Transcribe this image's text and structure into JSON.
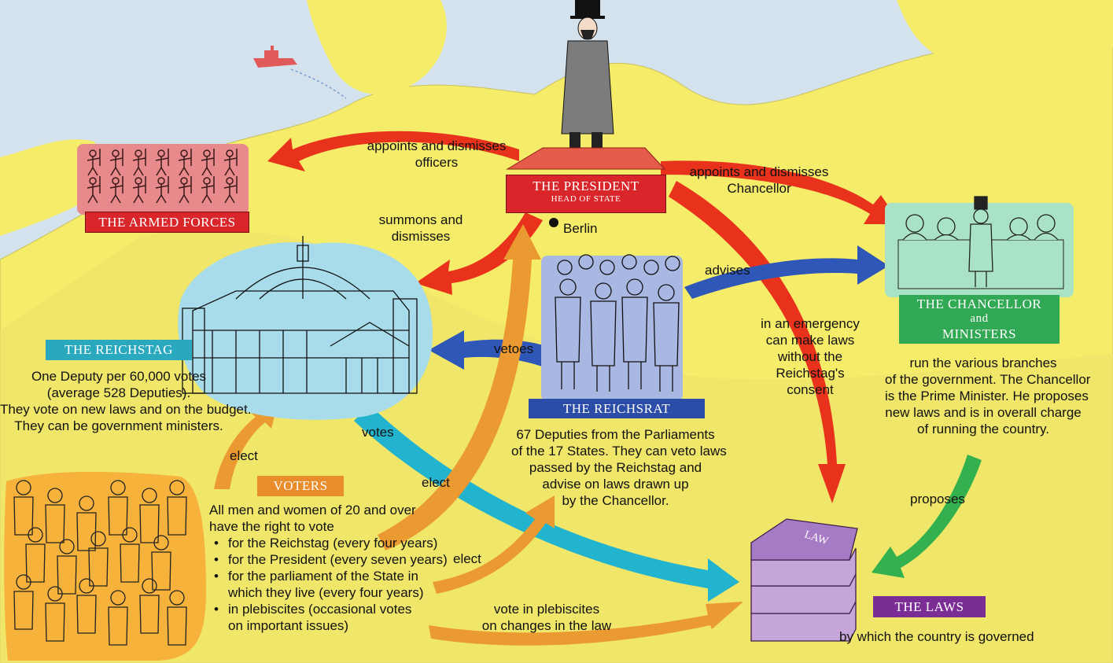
{
  "president": {
    "title": "THE PRESIDENT",
    "subtitle": "HEAD OF STATE",
    "city": "Berlin"
  },
  "armed_forces": {
    "title": "THE ARMED FORCES"
  },
  "chancellor": {
    "title_line1": "THE CHANCELLOR",
    "title_line2": "and",
    "title_line3": "MINISTERS",
    "desc": [
      "run the various branches",
      "of the government. The Chancellor",
      "is the Prime Minister. He proposes",
      "new laws and is in overall charge",
      "of running the country."
    ]
  },
  "reichstag": {
    "title": "THE REICHSTAG",
    "desc": [
      "One Deputy per 60,000 votes",
      "(average 528 Deputies).",
      "They vote on new laws and on the budget.",
      "They can be government ministers."
    ]
  },
  "reichsrat": {
    "title": "THE REICHSRAT",
    "desc": [
      "67 Deputies from the Parliaments",
      "of the 17 States. They can veto laws",
      "passed by the Reichstag and",
      "advise on laws drawn up",
      "by the Chancellor."
    ]
  },
  "voters": {
    "title": "VOTERS",
    "intro": [
      "All men and women of 20 and over",
      "have the right to vote"
    ],
    "bullets": [
      "for the Reichstag (every four years)",
      "for the President (every seven years)",
      "for the parliament of the State in",
      "which they live (every four years)",
      "in plebiscites (occasional votes",
      "on important issues)"
    ]
  },
  "laws": {
    "title": "THE LAWS",
    "book_label": "LAW",
    "desc": "by which the country is governed"
  },
  "arrows": {
    "appoints_officers": [
      "appoints and dismisses",
      "officers"
    ],
    "appoints_chancellor": [
      "appoints and dismisses",
      "Chancellor"
    ],
    "summons": [
      "summons  and",
      "dismisses"
    ],
    "advises": "advises",
    "vetoes": "vetoes",
    "emergency": [
      "in an emergency",
      "can make laws",
      "without the",
      "Reichstag's",
      "consent"
    ],
    "votes": "votes",
    "elect_reichstag": "elect",
    "elect_president": "elect",
    "elect_reichsrat": "elect",
    "plebiscite": [
      "vote in plebiscites",
      "on changes in the law"
    ],
    "proposes": "proposes"
  },
  "colors": {
    "sea": "#d4e2ee",
    "land": "#f5ec6a",
    "red_arrow": "#e8321c",
    "blue_arrow": "#2e57b8",
    "cyan_arrow": "#22b4cf",
    "orange_arrow": "#ea9a30",
    "green_arrow": "#33b14f",
    "red_box": "#d9262a",
    "teal_box": "#2aa8bd",
    "blue_box": "#2b4da8",
    "green_box": "#31a853",
    "purple_box": "#7b2d96"
  }
}
